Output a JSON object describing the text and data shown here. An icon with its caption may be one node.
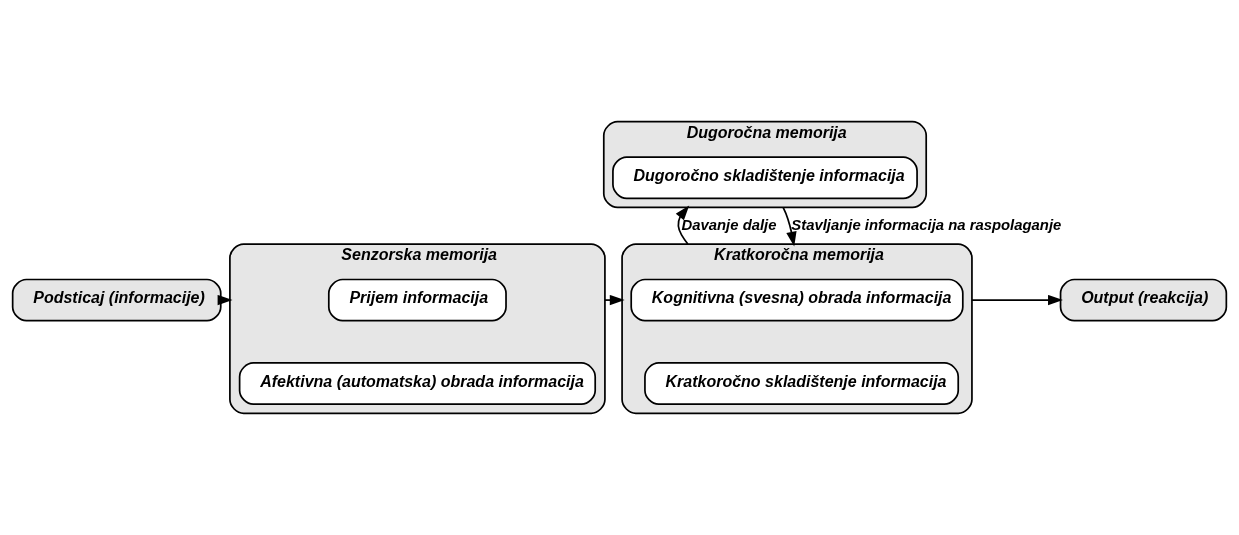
{
  "diagram": {
    "nodes": [
      {
        "text": [
          "Dugoročna memorija"
        ]
      },
      {
        "text": [
          "Dugoročno skladištenje informacija"
        ],
        "in": 0
      },
      {
        "text": [
          "Podsticaj (informacije)"
        ]
      },
      {
        "text": [
          "Senzorska memorija"
        ]
      },
      {
        "text": [
          "Prijem informacija"
        ],
        "in": 3
      },
      {
        "text": [
          "Afektivna (automatska) obrada informacija"
        ],
        "in": 3
      },
      {
        "text": [
          "Kratkoročna memorija"
        ]
      },
      {
        "text": [
          "Kognitivna (svesna) obrada informacija"
        ],
        "in": 6
      },
      {
        "text": [
          "Kratkoročno skladištenje informacija"
        ],
        "in": 6
      },
      {
        "text": [
          "Output (reakcija)"
        ]
      }
    ],
    "edges": [
      {
        "from": 2,
        "to": 3,
        "arrow": "to"
      },
      {
        "from": 3,
        "to": 6,
        "arrow": "to"
      },
      {
        "from": 6,
        "to": 0,
        "arrow": "to",
        "label": "Davanje dalje"
      },
      {
        "from": 0,
        "to": 6,
        "arrow": "to",
        "label": "Stavljanje informacija na raspolaganje"
      },
      {
        "from": 6,
        "to": 9,
        "arrow": "to"
      }
    ]
  }
}
